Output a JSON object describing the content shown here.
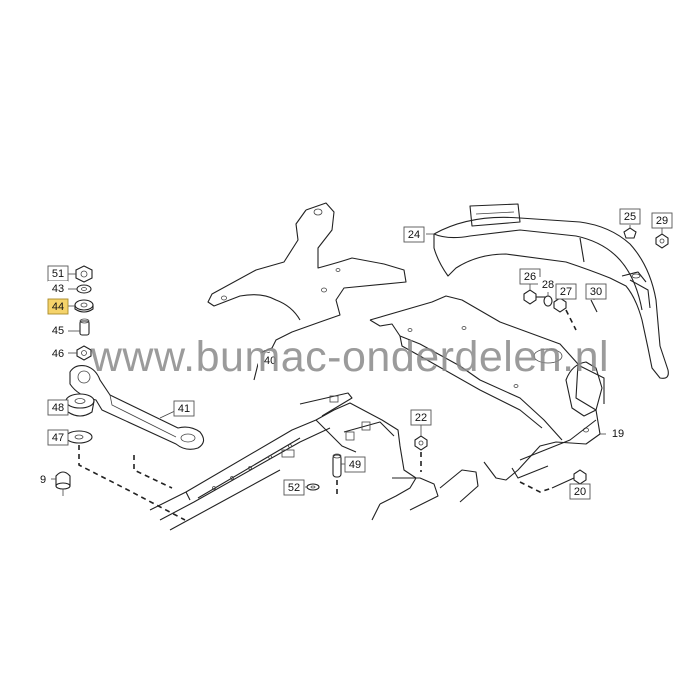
{
  "watermark": "www.bumac-onderdelen.nl",
  "highlight_color": "#f5d36a",
  "part_labels": {
    "p51": "51",
    "p43": "43",
    "p44": "44",
    "p45": "45",
    "p46": "46",
    "p48": "48",
    "p47": "47",
    "p9": "9",
    "p41": "41",
    "p40": "40",
    "p49": "49",
    "p52": "52",
    "p22": "22",
    "p24": "24",
    "p25": "25",
    "p29": "29",
    "p26": "26",
    "p28": "28",
    "p27": "27",
    "p30": "30",
    "p19": "19",
    "p20": "20"
  },
  "highlighted_part": "44"
}
